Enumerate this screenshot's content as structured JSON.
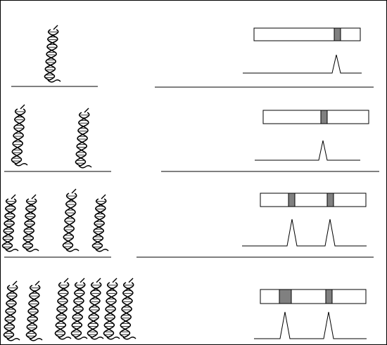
{
  "colors": {
    "stroke": "#000000",
    "band_fill": "#808080",
    "background": "#ffffff"
  },
  "rows": [
    {
      "helix_count": 1,
      "band_count": 1,
      "peak_count": 1
    },
    {
      "helix_count": 2,
      "band_count": 1,
      "peak_count": 1
    },
    {
      "helix_count": 4,
      "band_count": 2,
      "peak_count": 2
    },
    {
      "helix_count": 7,
      "band_count": 2,
      "peak_count": 2
    }
  ]
}
